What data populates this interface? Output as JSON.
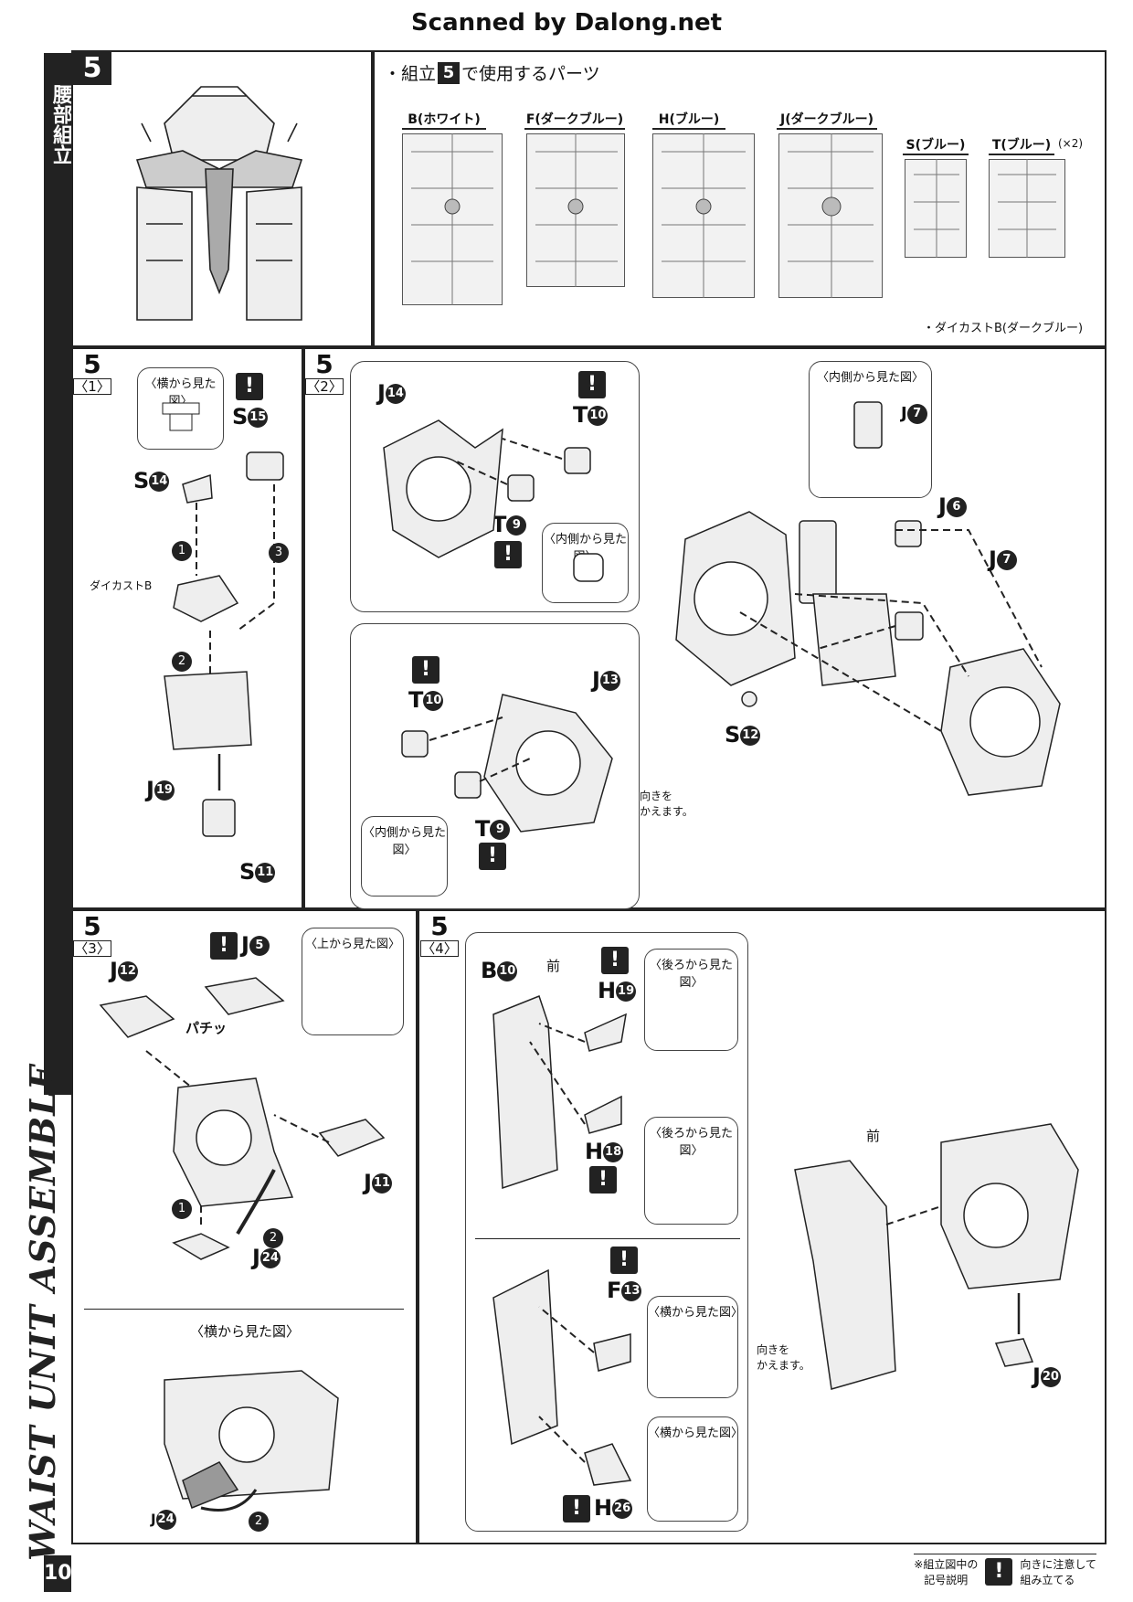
{
  "header": {
    "scan_credit": "Scanned by Dalong.net"
  },
  "section": {
    "number": "5",
    "title_jp": "腰部組立",
    "title_en": "WAIST UNIT ASSEMBLE",
    "page_number": "10"
  },
  "parts_used": {
    "heading": "・組立",
    "heading_num": "5",
    "heading_tail": "で使用するパーツ",
    "runners": [
      {
        "label": "B(ホワイト)"
      },
      {
        "label": "F(ダークブルー)"
      },
      {
        "label": "H(ブルー)"
      },
      {
        "label": "J(ダークブルー)"
      },
      {
        "label": "S(ブルー)"
      },
      {
        "label": "T(ブルー)"
      }
    ],
    "t_multiplier": "(×2)",
    "diecast_note": "・ダイカストB(ダークブルー)"
  },
  "step1": {
    "num": "5",
    "sub": "〈1〉",
    "side_view": "〈横から見た図〉",
    "diecast": "ダイカストB",
    "labels": {
      "s15": "S",
      "s15n": "15",
      "s14": "S",
      "s14n": "14",
      "j19": "J",
      "j19n": "19",
      "s11": "S",
      "s11n": "11"
    },
    "order": {
      "o1": "1",
      "o2": "2",
      "o3": "3"
    }
  },
  "step2": {
    "num": "5",
    "sub": "〈2〉",
    "inner_view": "〈内側から見た図〉",
    "inner_view2": "〈内側から見た図〉",
    "inner_view3": "〈内側から見た図〉",
    "turn_note": "向きを\nかえます。",
    "labels": {
      "j14": "J",
      "j14n": "14",
      "t10a": "T",
      "t10an": "10",
      "t9a": "T",
      "t9an": "9",
      "t10b": "T",
      "t10bn": "10",
      "t9b": "T",
      "t9bn": "9",
      "j13": "J",
      "j13n": "13",
      "j7a": "J",
      "j7an": "7",
      "j6": "J",
      "j6n": "6",
      "j7b": "J",
      "j7bn": "7",
      "s12": "S",
      "s12n": "12"
    }
  },
  "step3": {
    "num": "5",
    "sub": "〈3〉",
    "top_view": "〈上から見た図〉",
    "side_view": "〈横から見た図〉",
    "snap": "パチッ",
    "labels": {
      "j5": "J",
      "j5n": "5",
      "j12": "J",
      "j12n": "12",
      "j11": "J",
      "j11n": "11",
      "j24": "J",
      "j24n": "24",
      "j24b": "J",
      "j24bn": "24"
    },
    "order": {
      "o1": "1",
      "o2": "2",
      "o2b": "2"
    }
  },
  "step4": {
    "num": "5",
    "sub": "〈4〉",
    "front": "前",
    "front2": "前",
    "back_view": "〈後ろから見た図〉",
    "back_view2": "〈後ろから見た図〉",
    "side_view": "〈横から見た図〉",
    "side_view2": "〈横から見た図〉",
    "turn_note": "向きを\nかえます。",
    "labels": {
      "b10": "B",
      "b10n": "10",
      "h19": "H",
      "h19n": "19",
      "h18": "H",
      "h18n": "18",
      "f13": "F",
      "f13n": "13",
      "h26": "H",
      "h26n": "26",
      "j20": "J",
      "j20n": "20"
    }
  },
  "footer": {
    "legend_title": "※組立図中の\n記号説明",
    "legend_text": "向きに注意して\n組み立てる"
  },
  "warn_symbol": "!"
}
